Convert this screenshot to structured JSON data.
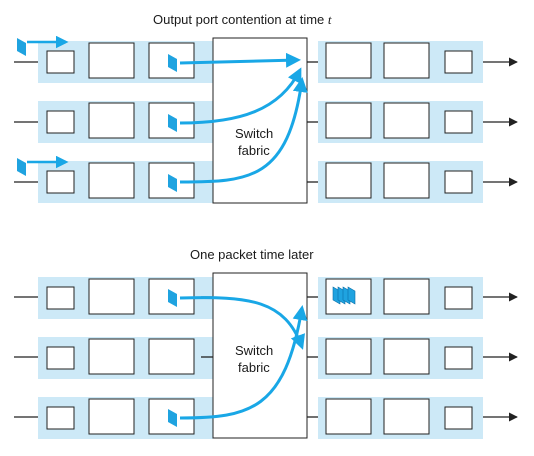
{
  "panels": [
    {
      "title": "Output port contention at time",
      "title_var": "t",
      "fabric_label": [
        "Switch",
        "fabric"
      ]
    },
    {
      "title": "One packet time later",
      "title_var": "",
      "fabric_label": [
        "Switch",
        "fabric"
      ]
    }
  ],
  "colors": {
    "port_fill": "#cde9f7",
    "packet": "#1fa3e0",
    "packet_dark": "#0b6fa8",
    "path": "#19a7e6",
    "line": "#222222"
  }
}
